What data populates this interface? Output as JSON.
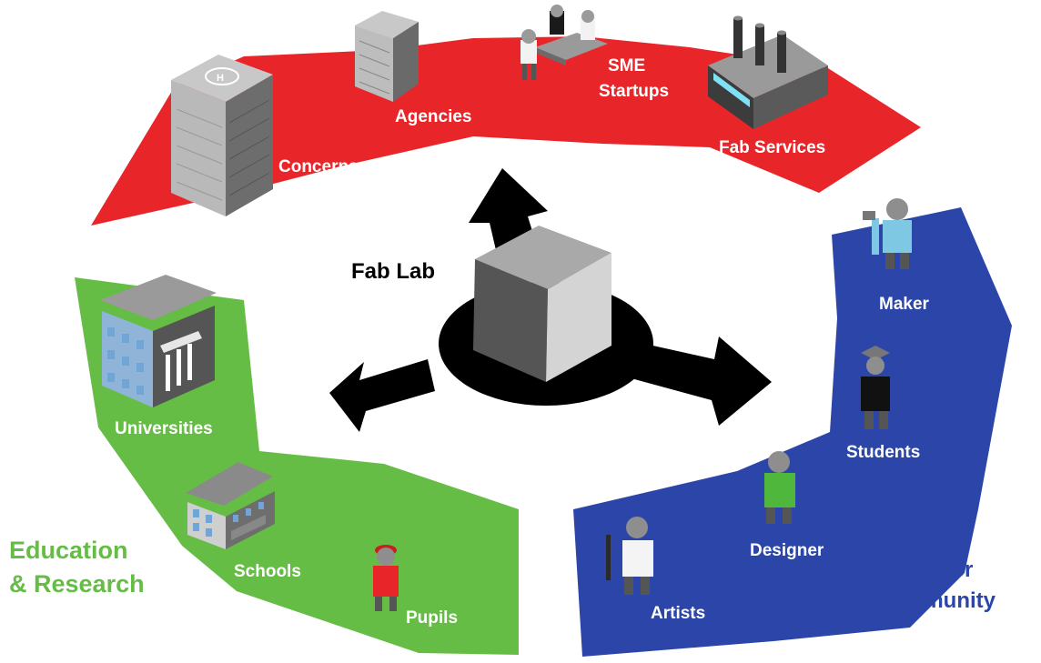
{
  "center": {
    "label": "Fab Lab"
  },
  "sectors": {
    "industry": {
      "color": "#e8262a",
      "items": [
        "Concerns",
        "Agencies",
        "SME",
        "Startups",
        "Fab Services"
      ]
    },
    "education": {
      "color": "#66bd45",
      "title_lines": [
        "Education",
        "& Research"
      ],
      "items": [
        "Universities",
        "Schools",
        "Pupils"
      ]
    },
    "maker": {
      "color": "#2b46a8",
      "title_lines": [
        "Maker",
        "Community"
      ],
      "items": [
        "Maker",
        "Students",
        "Designer",
        "Artists"
      ]
    }
  }
}
